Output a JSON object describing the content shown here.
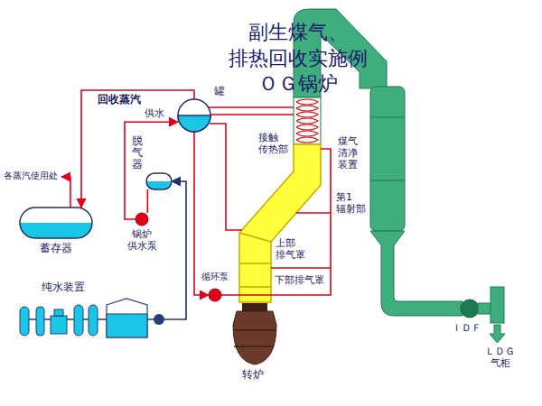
{
  "diagram": {
    "title": "副生煤气、排热回收实施例 ＯＧ锅炉",
    "nodes": [
      {
        "text": [
          "罐"
        ]
      },
      {
        "text": [
          "蓄存器"
        ]
      },
      {
        "text": [
          "脱气器"
        ]
      },
      {
        "text": [
          "锅炉 供水泵"
        ]
      },
      {
        "text": [
          "纯水装置"
        ]
      },
      {
        "text": [
          "循环泵"
        ]
      }
    ],
    "edges": [
      {
        "from": 0,
        "to": 1,
        "arrow": "to",
        "label": "回收蒸汽"
      },
      {
        "from": 3,
        "to": 0,
        "arrow": "to",
        "label": "供水"
      },
      {
        "from": 2,
        "to": 3,
        "arrow": "none"
      },
      {
        "from": 4,
        "to": 2,
        "arrow": "to"
      },
      {
        "from": 0,
        "to": 5,
        "arrow": "to"
      }
    ],
    "labels": [
      "各蒸汽使用处",
      "接触 传热部",
      "第1 辐射部",
      "上部 排气罩",
      "下部排气罩",
      "煤气 清净 装置",
      "ＩＤＦ",
      "转炉",
      "ＬＤＧ 气柜"
    ]
  }
}
